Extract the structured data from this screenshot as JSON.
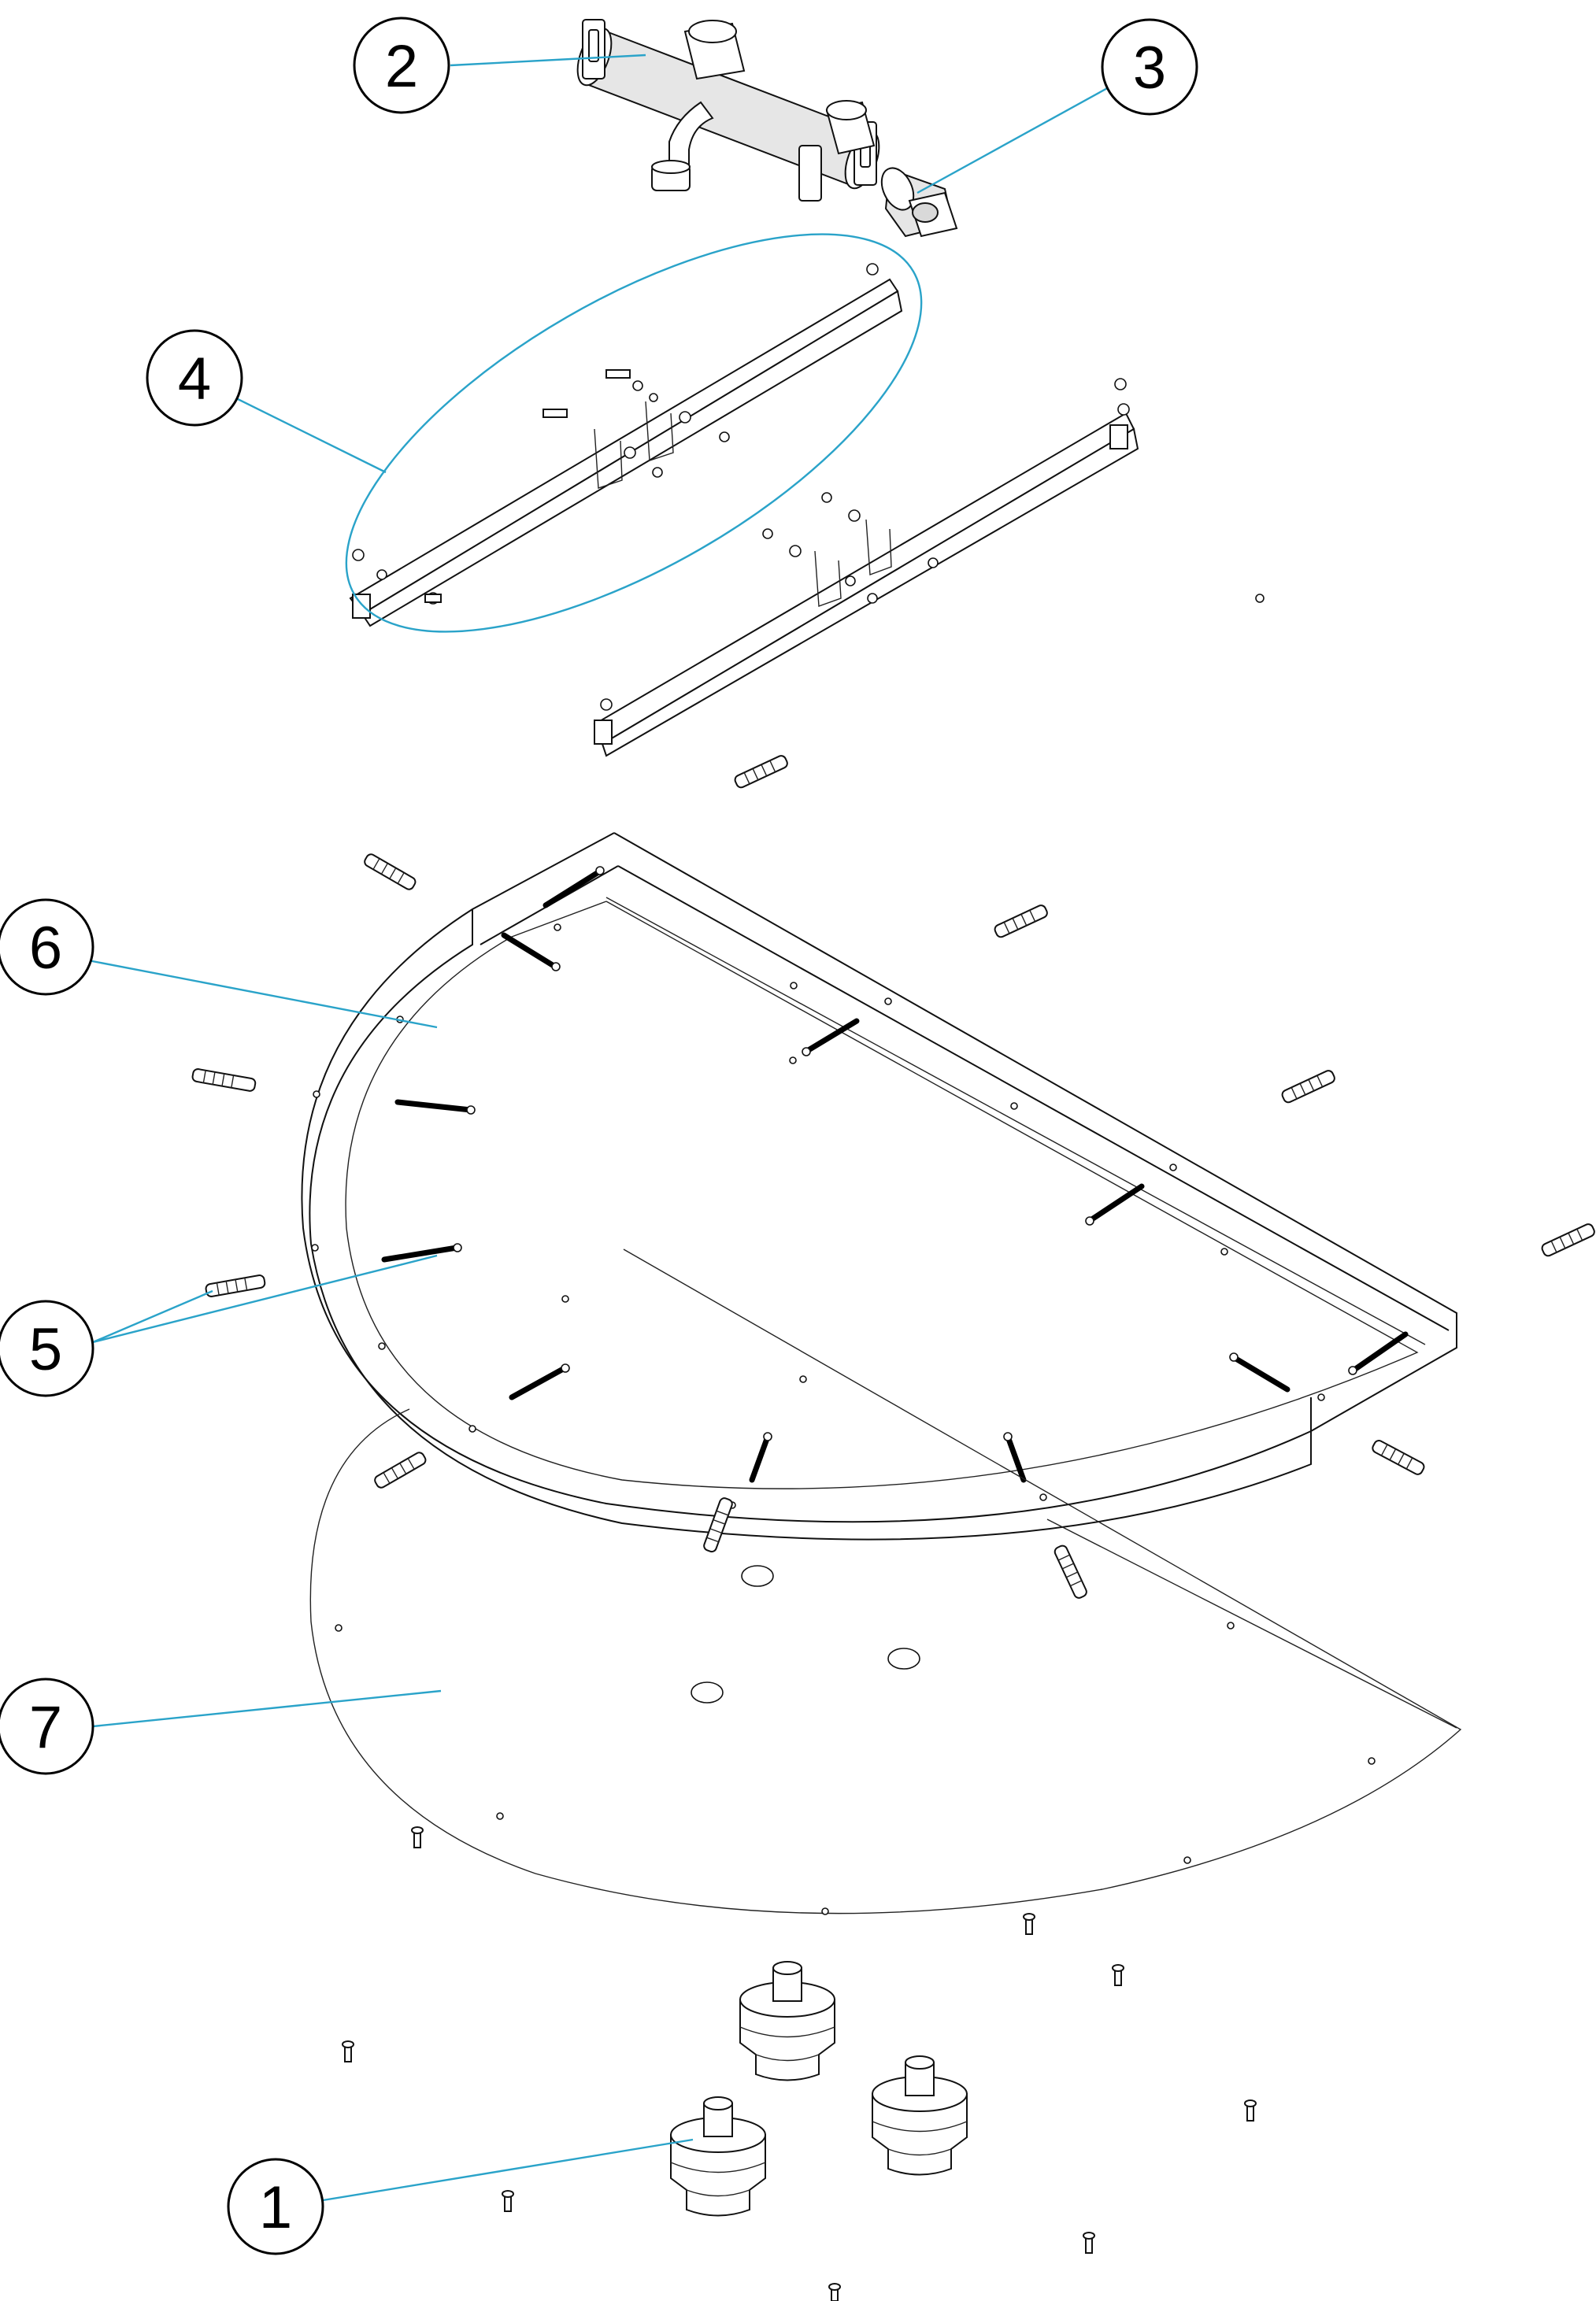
{
  "callouts": [
    {
      "id": "1",
      "label": "1"
    },
    {
      "id": "2",
      "label": "2"
    },
    {
      "id": "3",
      "label": "3"
    },
    {
      "id": "4",
      "label": "4"
    },
    {
      "id": "5",
      "label": "5"
    },
    {
      "id": "6",
      "label": "6"
    },
    {
      "id": "7",
      "label": "7"
    }
  ],
  "colors": {
    "leader": "#2aa3c9",
    "line": "#111111",
    "background": "#ffffff"
  }
}
